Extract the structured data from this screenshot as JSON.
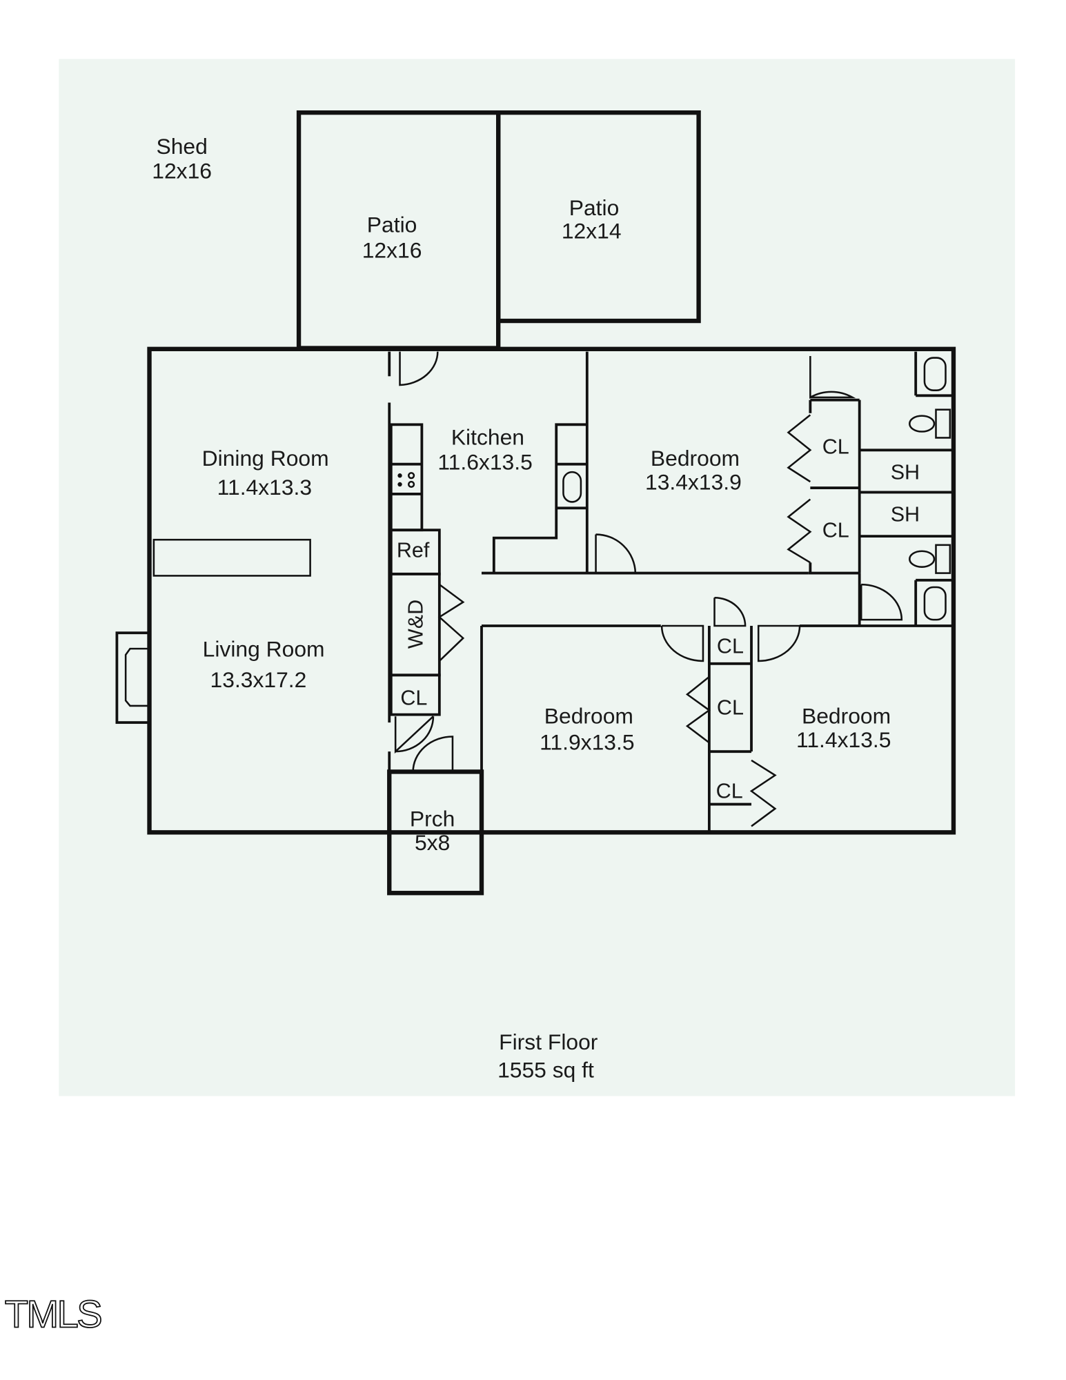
{
  "background_color": "#eef5f1",
  "rooms": {
    "shed": {
      "name": "Shed",
      "size": "12x16"
    },
    "patio1": {
      "name": "Patio",
      "size": "12x16"
    },
    "patio2": {
      "name": "Patio",
      "size": "12x14"
    },
    "dining": {
      "name": "Dining Room",
      "size": "11.4x13.3"
    },
    "kitchen": {
      "name": "Kitchen",
      "size": "11.6x13.5"
    },
    "bedroom1": {
      "name": "Bedroom",
      "size": "13.4x13.9"
    },
    "living": {
      "name": "Living Room",
      "size": "13.3x17.2"
    },
    "bedroom2": {
      "name": "Bedroom",
      "size": "11.9x13.5"
    },
    "bedroom3": {
      "name": "Bedroom",
      "size": "11.4x13.5"
    },
    "porch": {
      "name": "Prch",
      "size": "5x8"
    }
  },
  "fixtures": {
    "ref": "Ref",
    "wd": "W&D",
    "closet": "CL",
    "shower": "SH"
  },
  "footer": {
    "title": "First Floor",
    "area": "1555 sq ft"
  },
  "watermark": "TMLS"
}
